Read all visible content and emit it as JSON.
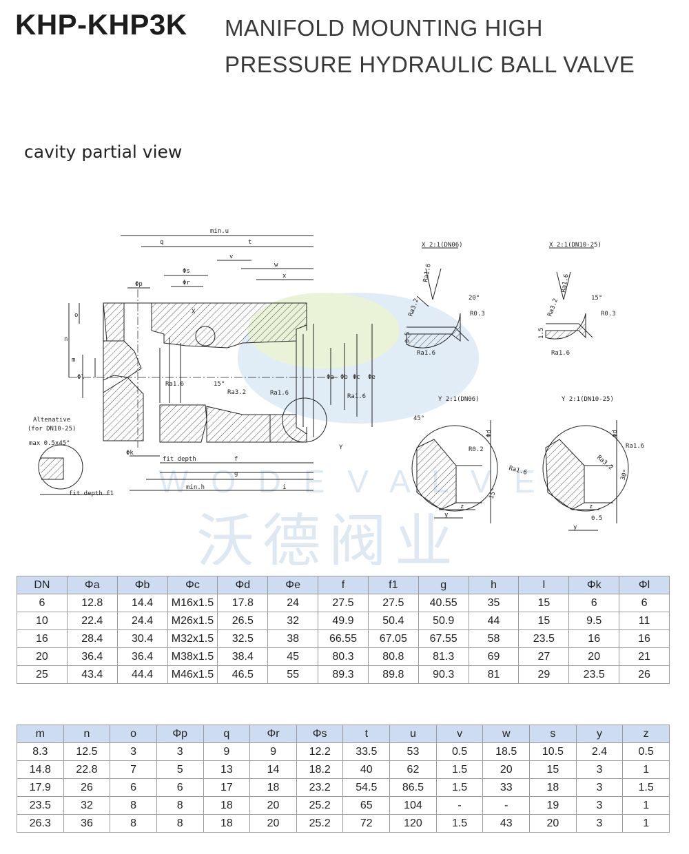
{
  "header": {
    "model": "KHP-KHP3K",
    "title_line1": "MANIFOLD MOUNTING  HIGH",
    "title_line2": "PRESSURE HYDRAULIC BALL VALVE"
  },
  "section_title": "cavity partial view",
  "watermark": {
    "text_latin": "W O D E   V A L V E",
    "text_cn": "沃德阀业"
  },
  "drawing": {
    "dims_main": [
      "min.u",
      "q",
      "t",
      "v",
      "w",
      "x",
      "Φs",
      "Φr",
      "Φp",
      "X",
      "o",
      "n",
      "m",
      "Φl",
      "Φa",
      "Φb",
      "Φc",
      "Φe",
      "Ra1.6",
      "Ra3.2",
      "15°",
      "Ra1.6",
      "Ra1.6",
      "Y",
      "Φk",
      "fit depth",
      "f",
      "g",
      "min.h",
      "i"
    ],
    "alt_label_1": "Altenative",
    "alt_label_2": "(for DN10-25)",
    "alt_label_3": "max 0.5x45°",
    "alt_label_4": "fit depth f1",
    "detail_x1": {
      "title": "X 2:1(DN06)",
      "labels": [
        "Ra1.6",
        "Ra3.2",
        "20°",
        "R0.3",
        "0.5",
        "Ra1.6"
      ]
    },
    "detail_x2": {
      "title": "X 2:1(DN10-25)",
      "labels": [
        "Ra1.6",
        "Ra3.2",
        "15°",
        "R0.3",
        "1.5",
        "Ra1.6"
      ]
    },
    "detail_y1": {
      "title": "Y 2:1(DN06)",
      "labels": [
        "45°",
        "Φd",
        "R0.2",
        "Ra1.6",
        "15°",
        "z",
        "y"
      ]
    },
    "detail_y2": {
      "title": "Y 2:1(DN10-25)",
      "labels": [
        "Φd",
        "Ra1.6",
        "Ra3.2",
        "30°",
        "z",
        "0.5",
        "y"
      ]
    }
  },
  "table1": {
    "headers": [
      "DN",
      "Φa",
      "Φb",
      "Φc",
      "Φd",
      "Φe",
      "f",
      "f1",
      "g",
      "h",
      "l",
      "Φk",
      "Φl"
    ],
    "rows": [
      [
        "6",
        "12.8",
        "14.4",
        "M16x1.5",
        "17.8",
        "24",
        "27.5",
        "27.5",
        "40.55",
        "35",
        "15",
        "6",
        "6"
      ],
      [
        "10",
        "22.4",
        "24.4",
        "M26x1.5",
        "26.5",
        "32",
        "49.9",
        "50.4",
        "50.9",
        "44",
        "15",
        "9.5",
        "11"
      ],
      [
        "16",
        "28.4",
        "30.4",
        "M32x1.5",
        "32.5",
        "38",
        "66.55",
        "67.05",
        "67.55",
        "58",
        "23.5",
        "16",
        "16"
      ],
      [
        "20",
        "36.4",
        "36.4",
        "M38x1.5",
        "38.4",
        "45",
        "80.3",
        "80.8",
        "81.3",
        "69",
        "27",
        "20",
        "21"
      ],
      [
        "25",
        "43.4",
        "44.4",
        "M46x1.5",
        "46.5",
        "55",
        "89.3",
        "89.8",
        "90.3",
        "81",
        "29",
        "23.5",
        "26"
      ]
    ]
  },
  "table2": {
    "headers": [
      "m",
      "n",
      "o",
      "Φp",
      "q",
      "Φr",
      "Φs",
      "t",
      "u",
      "v",
      "w",
      "s",
      "y",
      "z"
    ],
    "rows": [
      [
        "8.3",
        "12.5",
        "3",
        "3",
        "9",
        "9",
        "12.2",
        "33.5",
        "53",
        "0.5",
        "18.5",
        "10.5",
        "2.4",
        "0.5"
      ],
      [
        "14.8",
        "22.8",
        "7",
        "5",
        "13",
        "14",
        "18.2",
        "40",
        "62",
        "1.5",
        "20",
        "15",
        "3",
        "1"
      ],
      [
        "17.9",
        "26",
        "6",
        "6",
        "17",
        "18",
        "23.2",
        "54.5",
        "86.5",
        "1.5",
        "33",
        "18",
        "3",
        "1.5"
      ],
      [
        "23.5",
        "32",
        "8",
        "8",
        "18",
        "20",
        "25.2",
        "65",
        "104",
        "-",
        "-",
        "19",
        "3",
        "1"
      ],
      [
        "26.3",
        "36",
        "8",
        "8",
        "18",
        "20",
        "25.2",
        "72",
        "120",
        "1.5",
        "43",
        "20",
        "3",
        "1"
      ]
    ]
  }
}
